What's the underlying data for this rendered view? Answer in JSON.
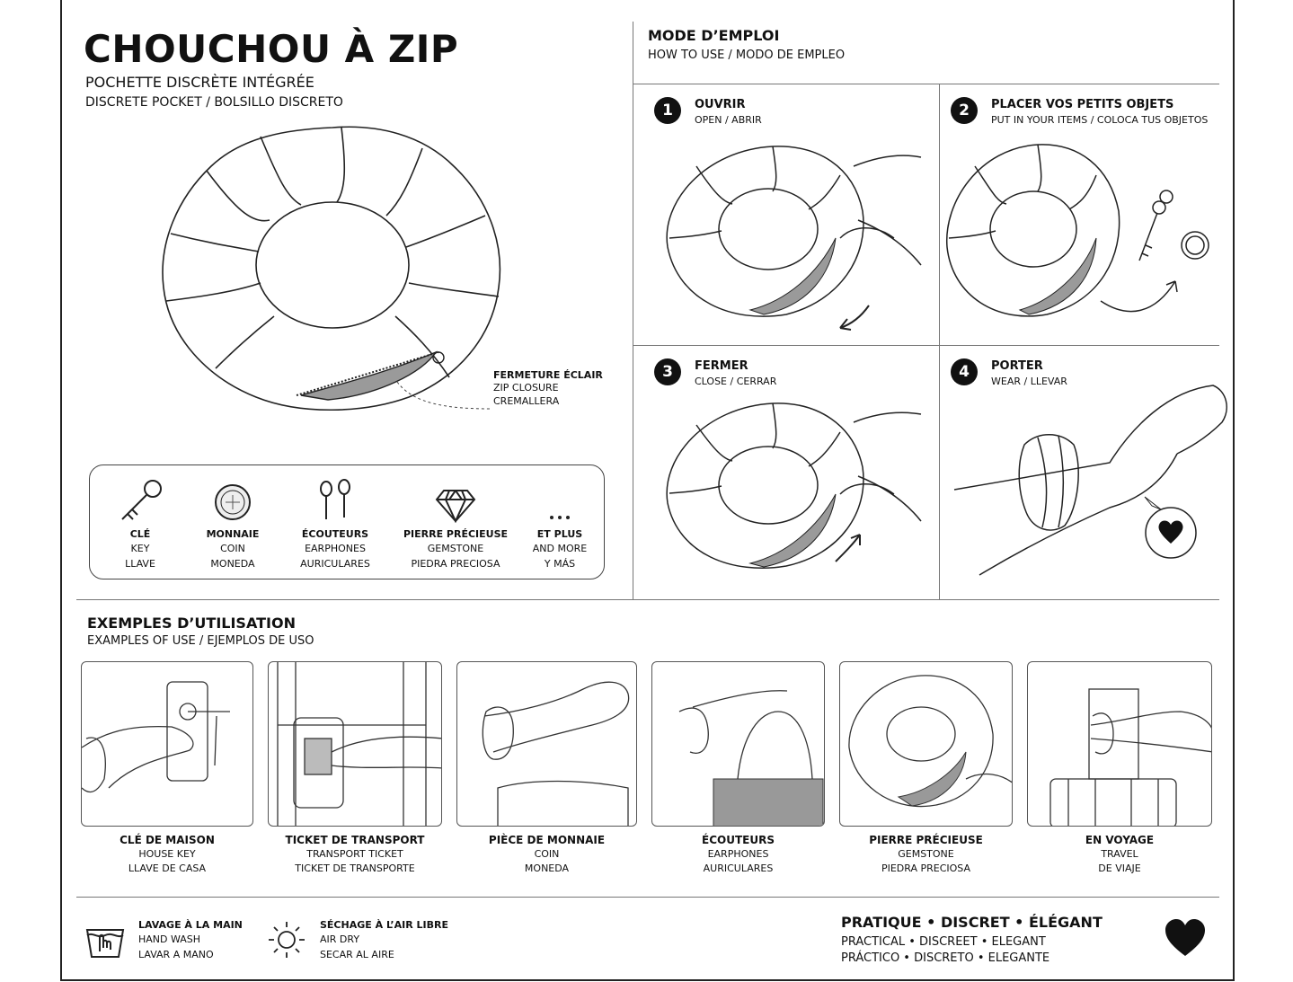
{
  "header": {
    "title": "CHOUCHOU À ZIP",
    "subtitle_fr": "POCHETTE DISCRÈTE INTÉGRÉE",
    "subtitle_en_es": "DISCRETE POCKET / BOLSILLO DISCRETO"
  },
  "zip_callout": {
    "label_fr": "FERMETURE ÉCLAIR",
    "label_en": "ZIP CLOSURE",
    "label_es": "CREMALLERA"
  },
  "items": [
    {
      "icon": "key-icon",
      "fr": "CLÉ",
      "en": "KEY",
      "es": "LLAVE"
    },
    {
      "icon": "coin-icon",
      "fr": "MONNAIE",
      "en": "COIN",
      "es": "MONEDA"
    },
    {
      "icon": "earphones-icon",
      "fr": "ÉCOUTEURS",
      "en": "EARPHONES",
      "es": "AURICULARES"
    },
    {
      "icon": "gemstone-icon",
      "fr": "PIERRE PRÉCIEUSE",
      "en": "GEMSTONE",
      "es": "PIEDRA PRECIOSA"
    },
    {
      "icon": "ellipsis-icon",
      "fr": "ET PLUS",
      "en": "AND MORE",
      "es": "Y MÁS"
    }
  ],
  "how_to": {
    "title": "MODE D’EMPLOI",
    "subtitle": "HOW TO USE / MODO DE EMPLEO",
    "steps": [
      {
        "num": "1",
        "title": "OUVRIR",
        "sub": "OPEN / ABRIR"
      },
      {
        "num": "2",
        "title": "PLACER VOS PETITS OBJETS",
        "sub": "PUT IN YOUR ITEMS / COLOCA TUS OBJETOS"
      },
      {
        "num": "3",
        "title": "FERMER",
        "sub": "CLOSE / CERRAR"
      },
      {
        "num": "4",
        "title": "PORTER",
        "sub": "WEAR / LLEVAR"
      }
    ]
  },
  "examples": {
    "title": "EXEMPLES D’UTILISATION",
    "subtitle": "EXAMPLES OF USE / EJEMPLOS DE USO",
    "cards": [
      {
        "fr": "CLÉ DE MAISON",
        "en": "HOUSE KEY",
        "es": "LLAVE DE CASA"
      },
      {
        "fr": "TICKET DE TRANSPORT",
        "en": "TRANSPORT TICKET",
        "es": "TICKET DE TRANSPORTE"
      },
      {
        "fr": "PIÈCE DE MONNAIE",
        "en": "COIN",
        "es": "MONEDA"
      },
      {
        "fr": "ÉCOUTEURS",
        "en": "EARPHONES",
        "es": "AURICULARES"
      },
      {
        "fr": "PIERRE PRÉCIEUSE",
        "en": "GEMSTONE",
        "es": "PIEDRA PRECIOSA"
      },
      {
        "fr": "EN VOYAGE",
        "en": "TRAVEL",
        "es": "DE VIAJE"
      }
    ]
  },
  "care": [
    {
      "icon": "hand-wash-icon",
      "fr": "LAVAGE À LA MAIN",
      "en": "HAND WASH",
      "es": "LAVAR A MANO"
    },
    {
      "icon": "sun-icon",
      "fr": "SÉCHAGE À L’AIR LIBRE",
      "en": "AIR DRY",
      "es": "SECAR AL AIRE"
    }
  ],
  "slogan": {
    "fr": "PRATIQUE • DISCRET • ÉLÉGANT",
    "en": "PRACTICAL • DISCREET • ELEGANT",
    "es": "PRÁCTICO • DISCRETO • ELEGANTE"
  },
  "colors": {
    "ink": "#111111",
    "rule": "#777777",
    "pocket": "#9a9a9a"
  }
}
